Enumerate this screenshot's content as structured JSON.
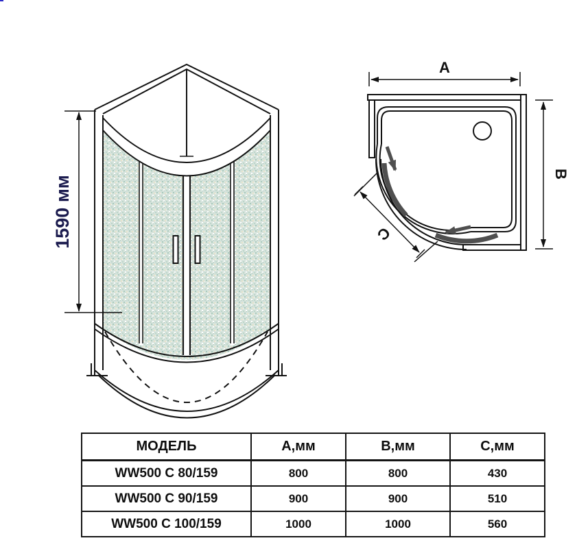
{
  "front_view": {
    "height_label": "1590 мм"
  },
  "plan_view": {
    "width_label": "A",
    "depth_label": "B",
    "chord_label": "C"
  },
  "table": {
    "headers": [
      "МОДЕЛЬ",
      "А,мм",
      "В,мм",
      "С,мм"
    ],
    "rows": [
      [
        "WW500 C 80/159",
        "800",
        "800",
        "430"
      ],
      [
        "WW500 C 90/159",
        "900",
        "900",
        "510"
      ],
      [
        "WW500 C 100/159",
        "1000",
        "1000",
        "560"
      ]
    ]
  },
  "colors": {
    "line": "#111111",
    "dim_text": "#1b1b4e",
    "glass_base": "#d6e3dc",
    "door_fill": "#4f4f4f"
  }
}
